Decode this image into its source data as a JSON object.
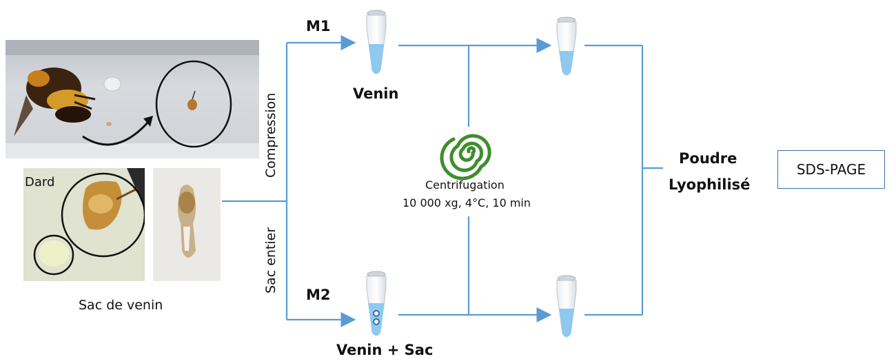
{
  "photos": {
    "dard_label": "Dard",
    "sac_label": "Sac de venin"
  },
  "methods": {
    "m1": {
      "label": "M1",
      "product": "Venin"
    },
    "m2": {
      "label": "M2",
      "product": "Venin + Sac"
    }
  },
  "branches": {
    "compression": "Compression",
    "sac_entier": "Sac entier"
  },
  "centrifugation": {
    "title": "Centrifugation",
    "params": "10 000 xg, 4°C, 10 min"
  },
  "output": {
    "line1": "Poudre",
    "line2": "Lyophilisé",
    "analysis": "SDS-PAGE"
  },
  "colors": {
    "line": "#5b9bd5",
    "tube_liquid": "#8ec9ef",
    "spiral": "#3e8e2f",
    "box_border": "#3d6fa6"
  }
}
